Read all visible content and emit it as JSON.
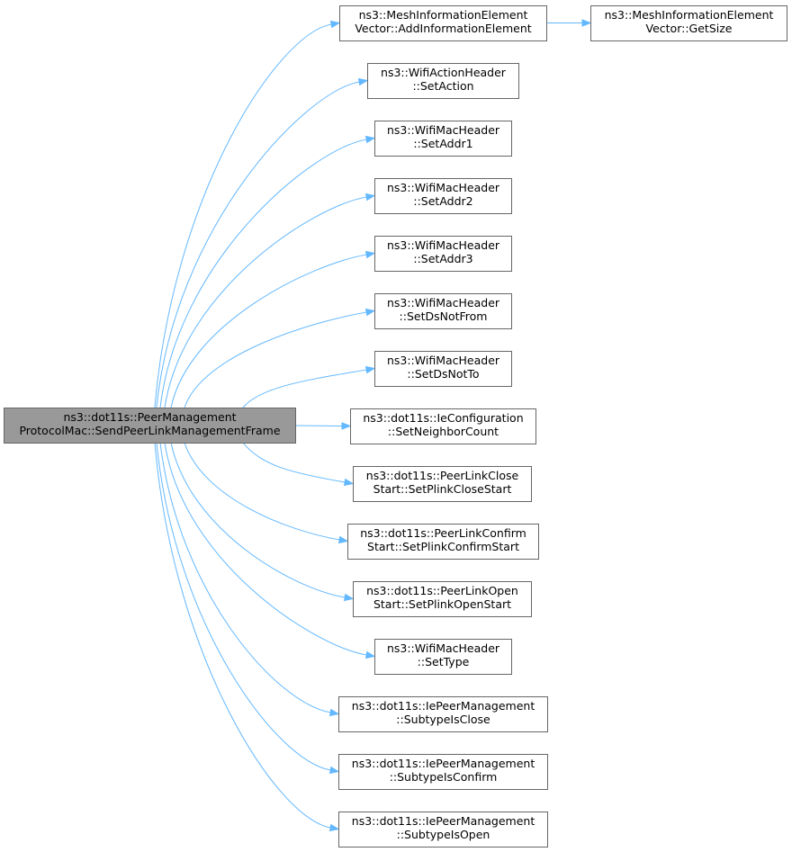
{
  "graph": {
    "root": {
      "id": "root",
      "lines": [
        "ns3::dot11s::PeerManagement",
        "ProtocolMac::SendPeerLinkManagementFrame"
      ]
    },
    "nodes": [
      {
        "id": "add_ie",
        "lines": [
          "ns3::MeshInformationElement",
          "Vector::AddInformationElement"
        ]
      },
      {
        "id": "get_size",
        "lines": [
          "ns3::MeshInformationElement",
          "Vector::GetSize"
        ]
      },
      {
        "id": "set_action",
        "lines": [
          "ns3::WifiActionHeader",
          "::SetAction"
        ]
      },
      {
        "id": "set_addr1",
        "lines": [
          "ns3::WifiMacHeader",
          "::SetAddr1"
        ]
      },
      {
        "id": "set_addr2",
        "lines": [
          "ns3::WifiMacHeader",
          "::SetAddr2"
        ]
      },
      {
        "id": "set_addr3",
        "lines": [
          "ns3::WifiMacHeader",
          "::SetAddr3"
        ]
      },
      {
        "id": "set_ds_not_from",
        "lines": [
          "ns3::WifiMacHeader",
          "::SetDsNotFrom"
        ]
      },
      {
        "id": "set_ds_not_to",
        "lines": [
          "ns3::WifiMacHeader",
          "::SetDsNotTo"
        ]
      },
      {
        "id": "set_neighbor_count",
        "lines": [
          "ns3::dot11s::IeConfiguration",
          "::SetNeighborCount"
        ]
      },
      {
        "id": "set_plink_close",
        "lines": [
          "ns3::dot11s::PeerLinkClose",
          "Start::SetPlinkCloseStart"
        ]
      },
      {
        "id": "set_plink_confirm",
        "lines": [
          "ns3::dot11s::PeerLinkConfirm",
          "Start::SetPlinkConfirmStart"
        ]
      },
      {
        "id": "set_plink_open",
        "lines": [
          "ns3::dot11s::PeerLinkOpen",
          "Start::SetPlinkOpenStart"
        ]
      },
      {
        "id": "set_type",
        "lines": [
          "ns3::WifiMacHeader",
          "::SetType"
        ]
      },
      {
        "id": "subtype_close",
        "lines": [
          "ns3::dot11s::IePeerManagement",
          "::SubtypeIsClose"
        ]
      },
      {
        "id": "subtype_confirm",
        "lines": [
          "ns3::dot11s::IePeerManagement",
          "::SubtypeIsConfirm"
        ]
      },
      {
        "id": "subtype_open",
        "lines": [
          "ns3::dot11s::IePeerManagement",
          "::SubtypeIsOpen"
        ]
      }
    ],
    "edges": [
      {
        "from": "root",
        "to": "add_ie"
      },
      {
        "from": "add_ie",
        "to": "get_size"
      },
      {
        "from": "root",
        "to": "set_action"
      },
      {
        "from": "root",
        "to": "set_addr1"
      },
      {
        "from": "root",
        "to": "set_addr2"
      },
      {
        "from": "root",
        "to": "set_addr3"
      },
      {
        "from": "root",
        "to": "set_ds_not_from"
      },
      {
        "from": "root",
        "to": "set_ds_not_to"
      },
      {
        "from": "root",
        "to": "set_neighbor_count"
      },
      {
        "from": "root",
        "to": "set_plink_close"
      },
      {
        "from": "root",
        "to": "set_plink_confirm"
      },
      {
        "from": "root",
        "to": "set_plink_open"
      },
      {
        "from": "root",
        "to": "set_type"
      },
      {
        "from": "root",
        "to": "subtype_close"
      },
      {
        "from": "root",
        "to": "subtype_confirm"
      },
      {
        "from": "root",
        "to": "subtype_open"
      }
    ],
    "colors": {
      "edge": "#63b8ff",
      "root_fill": "#999999",
      "node_fill": "#ffffff",
      "node_border": "#666666"
    }
  }
}
